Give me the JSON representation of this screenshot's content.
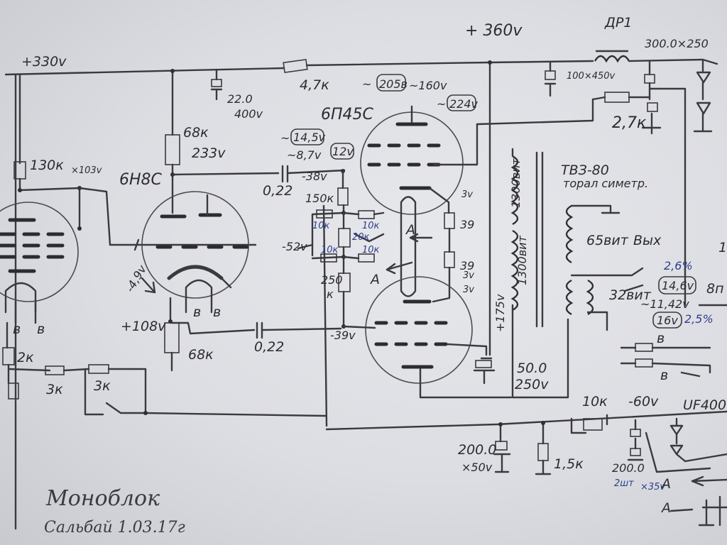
{
  "title": "Моноблок",
  "signature": "Сальбай 1.03.17г",
  "tubes": {
    "driver": "6Н8С",
    "output": "6П45С"
  },
  "transformers": {
    "choke": "ДР1",
    "output_type": "ТВЗ-80",
    "output_note": "торал симетр.",
    "primary_upper": "1300вит",
    "primary_lower": "1300вит",
    "secondary_main": "65вит",
    "secondary_out": "Вых",
    "secondary_tap": "32вит"
  },
  "supply": {
    "b_plus_main": "+ 360v",
    "b_plus_left": "+330v",
    "bias": "-60v",
    "screen": "+175v",
    "choke_cap": "300.0×250",
    "filter_cap": "100×450v",
    "rectifier": "UF400"
  },
  "components": {
    "r_130k": "130к",
    "v_103": "×103v",
    "r_68k_top": "68к",
    "v_233": "233v",
    "c_22": "22.0",
    "c_22_v": "400v",
    "r_47k": "4,7к",
    "c_022_top": "0,22",
    "c_022_bot": "0,22",
    "r_150k": "150к",
    "r_10k_a": "10к",
    "r_10k_b": "10к",
    "r_10k_c": "10к",
    "r_10k_d": "10к",
    "r_20k": "20к",
    "r_250k_a": "250",
    "r_250k_b": "к",
    "r_68k_bot": "68к",
    "r_2k": "2к",
    "r_3k_a": "3к",
    "r_3k_b": "3к",
    "r_27k": "2,7к",
    "r_39_a": "39",
    "r_39_b": "39",
    "c_50": "50.0",
    "c_50_v": "250v",
    "c_200": "200.0",
    "c_200_v": "×50v",
    "r_15k": "1,5к",
    "r_10k_trim": "10к",
    "c_200_pair": "200.0",
    "c_200_pair_v": "×35v",
    "c_pair_count": "2шт"
  },
  "voltages": {
    "v_205": "205в",
    "v_160": "~160v",
    "v_224": "224v",
    "v_145": "14,5v",
    "v_87": "~8,7v",
    "v_12": "12v",
    "v_m38": "-38v",
    "v_m52": "-52v",
    "v_m49": "-4,9v",
    "v_108": "+108v",
    "v_m39": "-39v",
    "v_3a": "3v",
    "v_3b": "3v",
    "v_3c": "3v",
    "pct_26": "2,6%",
    "v_146": "14,6v",
    "v_1142": "~11,42v",
    "v_16": "16v",
    "pct_25": "2,5%",
    "ohm_8": "8п"
  },
  "markers": {
    "a1": "A",
    "a2": "A",
    "a3": "A",
    "a4": "A",
    "b1": "в",
    "b2": "в",
    "b3": "в",
    "b4": "в",
    "b5": "в",
    "b6": "в",
    "tilde1": "~",
    "tilde2": "~",
    "tilde3": "~"
  },
  "tubes_extra": {
    "e1": "1"
  }
}
